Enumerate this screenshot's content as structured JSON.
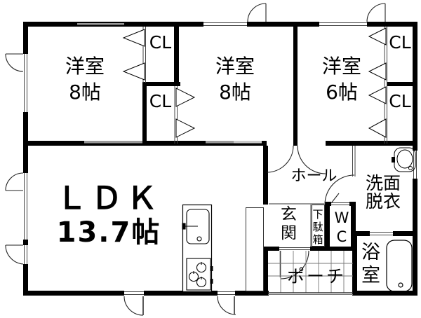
{
  "plan": {
    "type": "floor-plan",
    "rooms": {
      "bedroom1": {
        "name": "洋室",
        "size": "8帖"
      },
      "bedroom2": {
        "name": "洋室",
        "size": "8帖"
      },
      "bedroom3": {
        "name": "洋室",
        "size": "6帖"
      },
      "ldk": {
        "name": "ＬＤＫ",
        "size": "13.7帖"
      },
      "hall": {
        "label": "ホール"
      },
      "genkan": {
        "label": "玄関"
      },
      "shoe_cabinet": {
        "label": "下駄箱"
      },
      "wc": {
        "label": "WC"
      },
      "washroom": {
        "label": "洗面脱衣"
      },
      "bathroom": {
        "label": "浴室"
      },
      "porch": {
        "label": "ポーチ"
      },
      "closets": [
        {
          "label": "CL"
        },
        {
          "label": "CL"
        },
        {
          "label": "CL"
        },
        {
          "label": "CL"
        }
      ]
    },
    "colors": {
      "wall": "#000000",
      "background": "#ffffff",
      "thin_line": "#333333",
      "opening": "#999999"
    },
    "icons": [
      "kitchen-sink-icon",
      "stove-icon",
      "washbasin-icon",
      "bathtub-icon",
      "door-arc-icon",
      "closet-bifold-icon",
      "porch-tile-icon"
    ]
  }
}
